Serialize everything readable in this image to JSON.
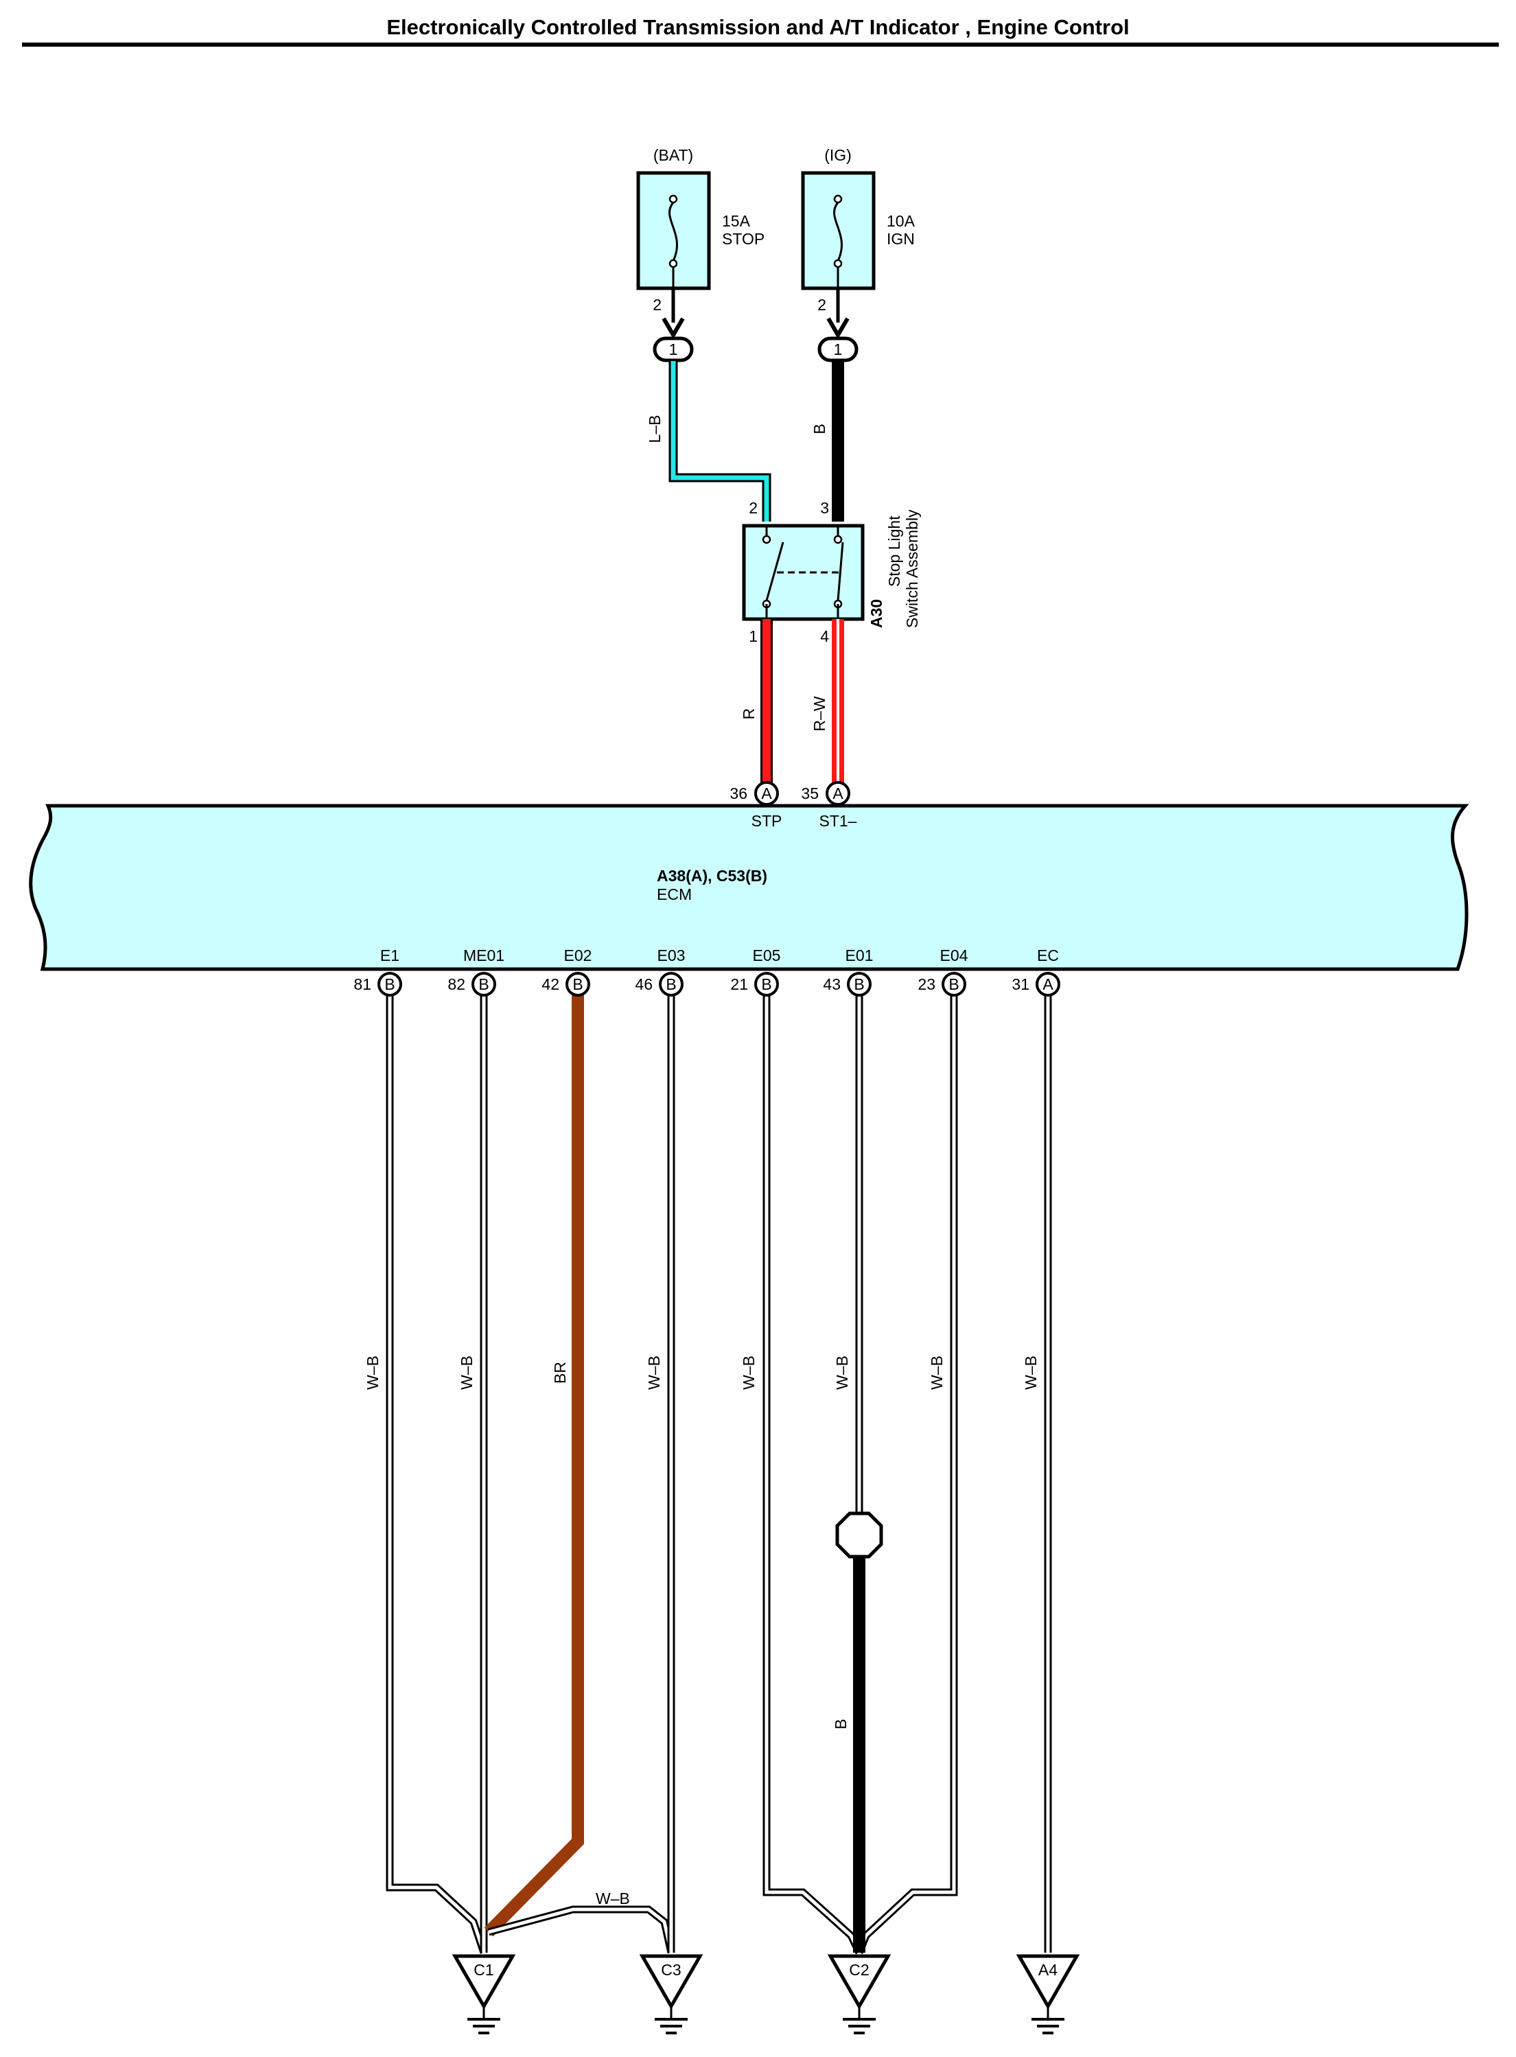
{
  "title": "Electronically Controlled Transmission and A/T Indicator , Engine Control",
  "colors": {
    "component_fill": "#ccffff",
    "wire_LB": "#27e6e6",
    "wire_B": "#000000",
    "wire_R": "#ff1a1a",
    "wire_BR": "#9a3a0a",
    "wire_WB": "#ffffff"
  },
  "fuses": [
    {
      "source": "(BAT)",
      "rating": "15A",
      "name": "STOP",
      "pin": "2",
      "conn": "1",
      "wire": "L–B"
    },
    {
      "source": "(IG)",
      "rating": "10A",
      "name": "IGN",
      "pin": "2",
      "conn": "1",
      "wire": "B"
    }
  ],
  "switch": {
    "id": "A30",
    "name_line1": "Stop Light",
    "name_line2": "Switch Assembly",
    "pins_top": [
      "2",
      "3"
    ],
    "pins_bottom": [
      "1",
      "4"
    ],
    "wires_out": [
      "R",
      "R–W"
    ]
  },
  "ecm": {
    "id": "A38(A), C53(B)",
    "name": "ECM",
    "top_pins": [
      {
        "num": "36",
        "conn": "A",
        "label": "STP"
      },
      {
        "num": "35",
        "conn": "A",
        "label": "ST1–"
      }
    ],
    "bottom_pins": [
      {
        "num": "81",
        "conn": "B",
        "label": "E1",
        "wire": "W–B"
      },
      {
        "num": "82",
        "conn": "B",
        "label": "ME01",
        "wire": "W–B"
      },
      {
        "num": "42",
        "conn": "B",
        "label": "E02",
        "wire": "BR"
      },
      {
        "num": "46",
        "conn": "B",
        "label": "E03",
        "wire": "W–B"
      },
      {
        "num": "21",
        "conn": "B",
        "label": "E05",
        "wire": "W–B"
      },
      {
        "num": "43",
        "conn": "B",
        "label": "E01",
        "wire": "W–B"
      },
      {
        "num": "23",
        "conn": "B",
        "label": "E04",
        "wire": "W–B"
      },
      {
        "num": "31",
        "conn": "A",
        "label": "EC",
        "wire": "W–B"
      }
    ]
  },
  "joint_wire": "W–B",
  "lower_wire": "B",
  "grounds": [
    "C1",
    "C3",
    "C2",
    "A4"
  ]
}
